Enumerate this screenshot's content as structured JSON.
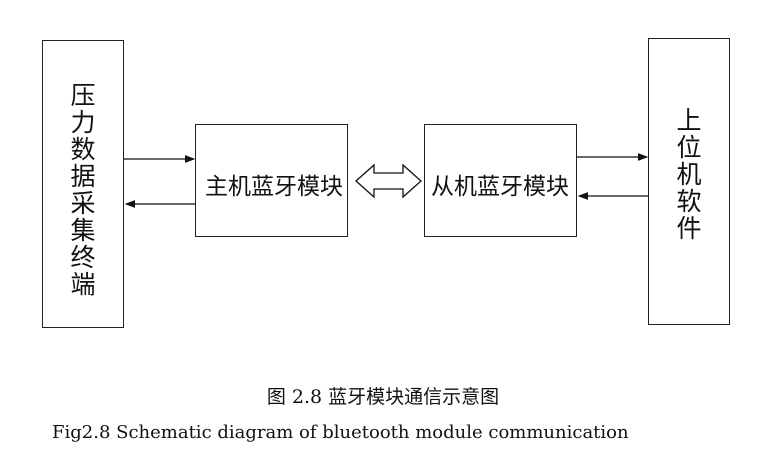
{
  "left_box": {
    "label": "压力数据采集终端"
  },
  "master_box": {
    "label": "主机蓝牙模块"
  },
  "slave_box": {
    "label": "从机蓝牙模块"
  },
  "right_box": {
    "label": "上位机软件"
  },
  "caption_cn": "图 2.8  蓝牙模块通信示意图",
  "caption_en": "Fig2.8 Schematic diagram of bluetooth module communication"
}
